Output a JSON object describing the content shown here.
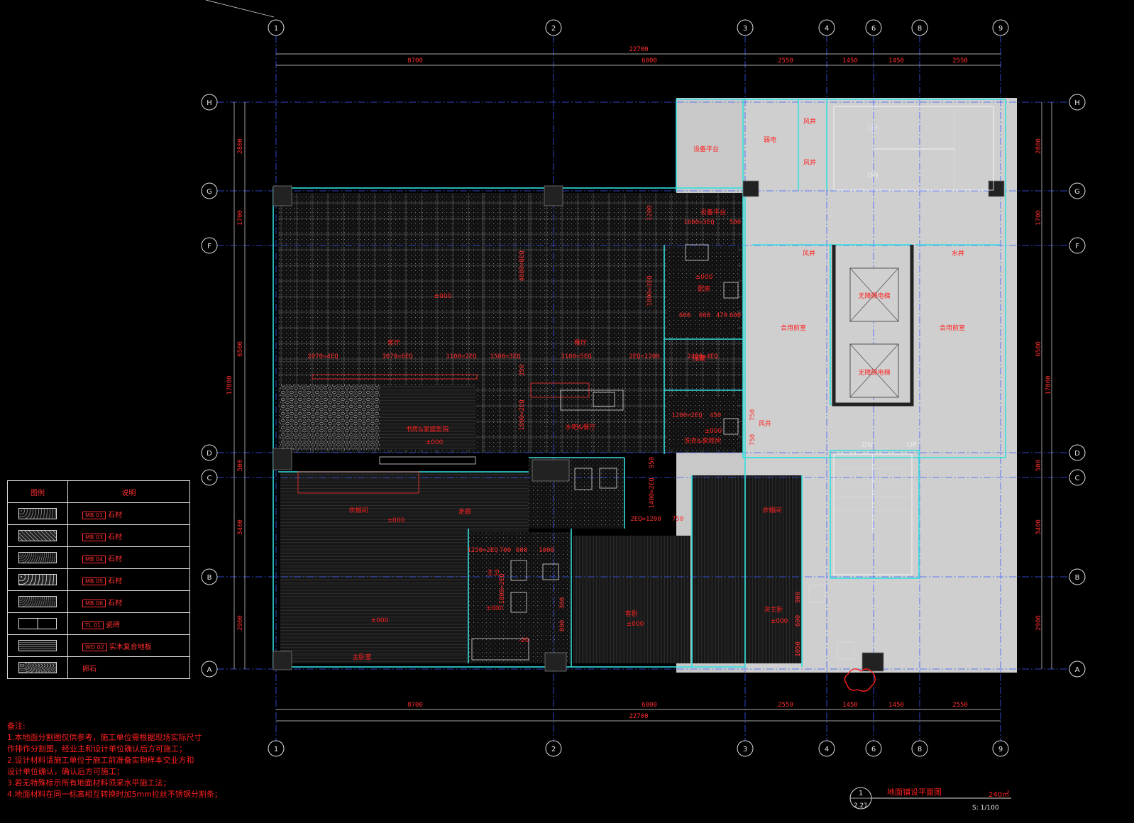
{
  "grid_columns": [
    "1",
    "2",
    "3",
    "4",
    "6",
    "8",
    "9"
  ],
  "grid_rows": [
    "H",
    "G",
    "F",
    "D",
    "C",
    "B",
    "A"
  ],
  "dims_top_total": "22700",
  "dims_top": [
    "8700",
    "6000",
    "2550",
    "1450",
    "1450",
    "2550"
  ],
  "dims_left": [
    "2800",
    "1700",
    "6500",
    "500",
    "3400",
    "2900"
  ],
  "dims_left_total": "17800",
  "dims_right": [
    "2800",
    "1700",
    "6500",
    "500",
    "3400",
    "2900"
  ],
  "dims_right_total": "17800",
  "rooms": {
    "equipment_platform": "设备平台",
    "weak_current": "弱电",
    "wind_well_1": "风井",
    "wind_well_2": "风井",
    "wind_well_3": "风井",
    "wind_well_4": "风井",
    "water_well": "水井",
    "elevator_1": "无障碍电梯",
    "elevator_2": "无障碍电梯",
    "shared_front_1": "合用前室",
    "shared_front_2": "合用前室",
    "stair_up_1": "UP",
    "stair_dn_1": "DN",
    "stair_dn_2": "DN",
    "stair_up_2": "UP",
    "living": "客厅",
    "dining": "餐厅",
    "kitchen": "厨房",
    "kitchen_level": "±000",
    "living_level": "±000",
    "study": "书房&家庭影院",
    "study_level": "±000",
    "bar": "水吧&餐厅",
    "laundry": "洗衣&家政间",
    "laundry_level": "±000",
    "cloak_1": "衣帽间",
    "cloak_1_level": "±000",
    "hall": "走廊",
    "master": "主卧室",
    "master_level": "±000",
    "master_bath": "主卫",
    "bath_level": "±000",
    "bath_minus": "-20",
    "bedroom": "客卧",
    "bedroom_level": "±000",
    "cloak_2": "衣帽间",
    "second_master": "次主卧",
    "second_master_level": "±000",
    "storage": "储藏",
    "service_platform": "设备平台"
  },
  "plan_dims": {
    "kitchen_row": [
      "600",
      "600",
      "470",
      "600"
    ],
    "living_row": [
      "2070=4EQ",
      "3070=6EQ",
      "1100=2EQ",
      "1500=3EQ",
      "3100=5EQ",
      "2EQ=1200",
      "2400=4EQ"
    ],
    "kitchen_vert": "4680=8EQ",
    "kitchen_side": "1200",
    "kitchen_side2": "1800=3EQ",
    "laundry_row": "1200=2EQ",
    "laundry_row2": "450",
    "bar_vert": "1800=2EQ",
    "bath_row": [
      "1250=2EQ",
      "700",
      "600",
      "1000"
    ],
    "corridor_row": [
      "2EQ=1200",
      "750"
    ],
    "corridor_vert": "950",
    "corridor_vert2": "1400=2EQ",
    "bath_vert": "1800=2EQ",
    "second_vert": [
      "900",
      "600",
      "1050"
    ],
    "stair_vert": [
      "750",
      "750"
    ],
    "bar_350": "350",
    "cloak_1600": "1600=3EQ",
    "cloak_500": "500",
    "bath_300": "300",
    "bath_800": "800"
  },
  "dims_bottom": [
    "8700",
    "6000",
    "2550",
    "1450",
    "1450",
    "2550"
  ],
  "dims_bottom_total": "22700",
  "legend": {
    "header": [
      "图例",
      "说明"
    ],
    "rows": [
      {
        "code": "MB 01",
        "desc": "石材"
      },
      {
        "code": "MB 03",
        "desc": "石材"
      },
      {
        "code": "MB 04",
        "desc": "石材"
      },
      {
        "code": "MB 05",
        "desc": "石材"
      },
      {
        "code": "MB 06",
        "desc": "石材"
      },
      {
        "code": "TL 01",
        "desc": "瓷砖"
      },
      {
        "code": "WD 02",
        "desc": "实木复合地板"
      },
      {
        "code": "",
        "desc": "卵石"
      }
    ]
  },
  "notes": {
    "title": "备注:",
    "lines": [
      "1.本地面分割图仅供参考，施工单位需根据现场实际尺寸",
      "作排作分割图，经业主和设计单位确认后方可施工；",
      "2.设计材料请施工单位于施工前准备实物样本交业方和",
      "设计单位确认，确认后方可施工；",
      "3.若无特殊标示所有地面材料须采水平施工法；",
      "4.地面材料在同一标高相互转换时加5mm拉丝不锈钢分割条；"
    ]
  },
  "title_block": {
    "number": "1",
    "sheet": "2.21",
    "name": "地面铺设平面图",
    "area": "240㎡",
    "scale": "S: 1/100"
  },
  "colors": {
    "grid": "#3a5cff",
    "wall": "#33e0e0",
    "tag": "#ff2020",
    "core_fill": "#c8c8c8",
    "frame": "#dddddd"
  }
}
